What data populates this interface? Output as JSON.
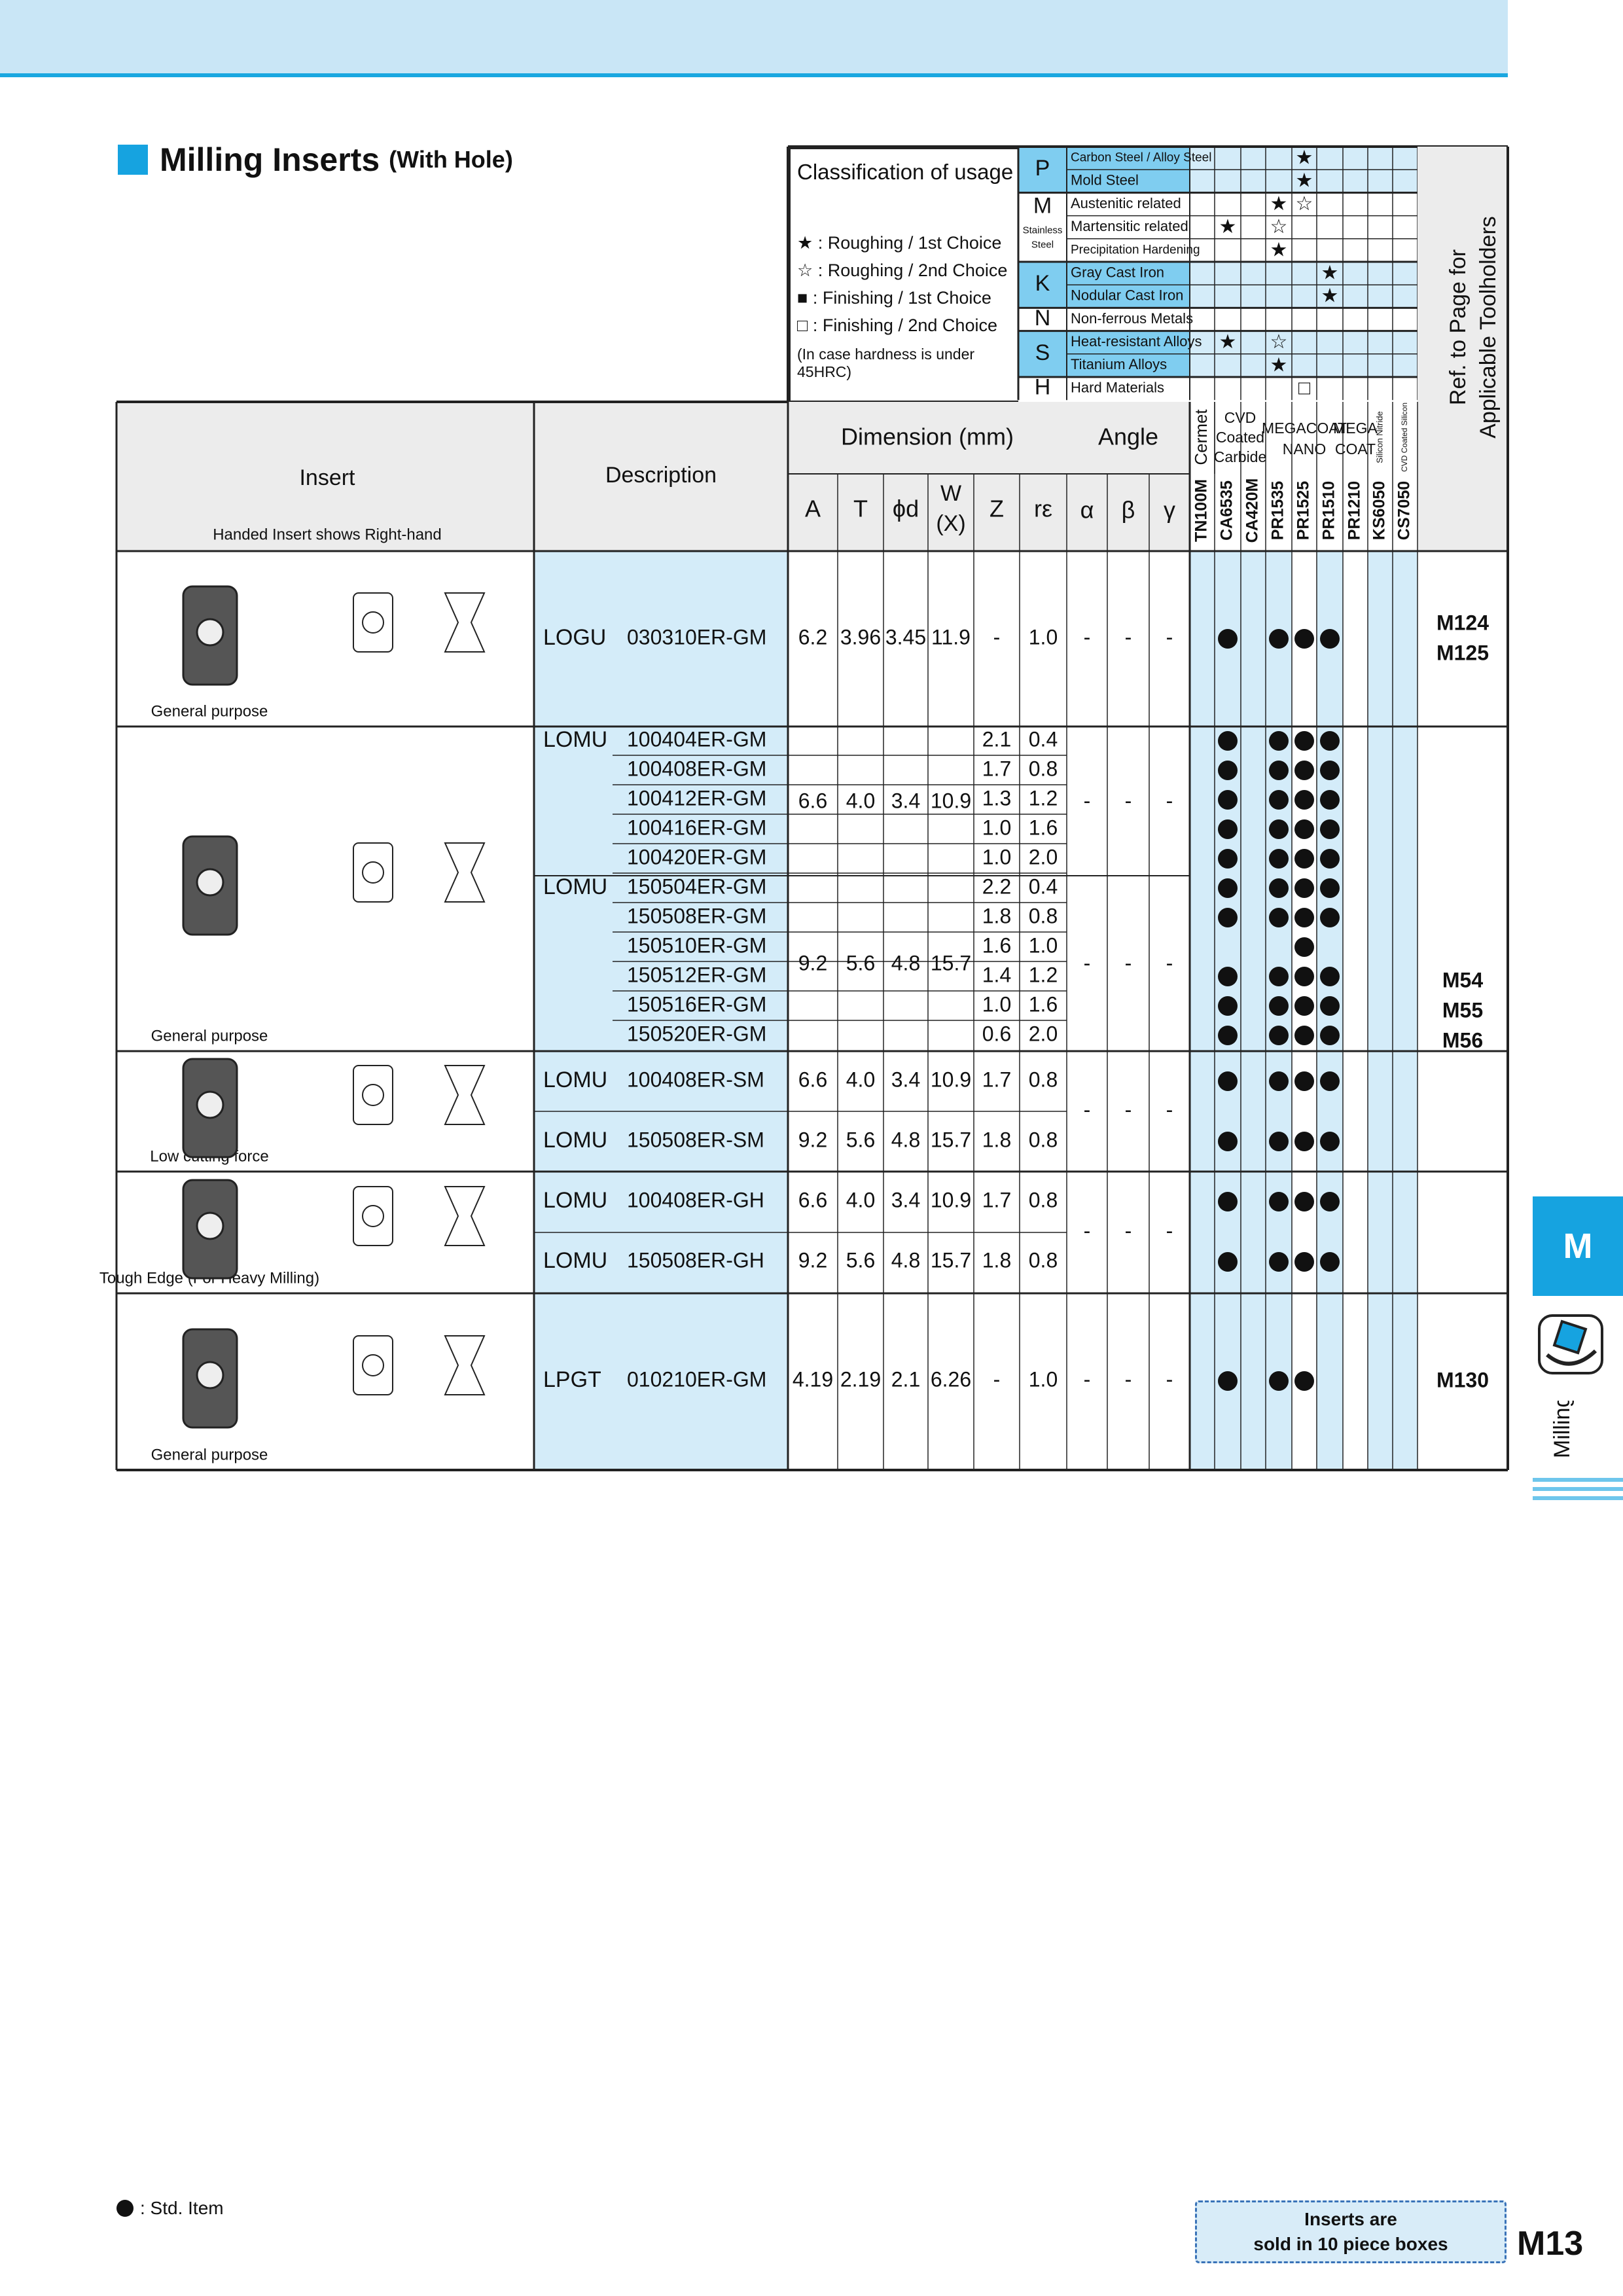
{
  "header": {
    "title": "Milling Inserts",
    "subtitle": "(With Hole)"
  },
  "usage": {
    "caption": "Classification of usage",
    "legend": [
      {
        "symbol": "★",
        "text": "Roughing / 1st Choice"
      },
      {
        "symbol": "☆",
        "text": "Roughing / 2nd Choice"
      },
      {
        "symbol": "■",
        "text": "Finishing / 1st Choice"
      },
      {
        "symbol": "□",
        "text": "Finishing / 2nd Choice"
      }
    ],
    "note": "(In case hardness is under 45HRC)",
    "groups": [
      {
        "code": "P",
        "sub": "",
        "materials": [
          "Carbon Steel / Alloy Steel",
          "Mold Steel"
        ],
        "highlight": true
      },
      {
        "code": "M",
        "sub": "Stainless Steel",
        "materials": [
          "Austenitic related",
          "Martensitic related",
          "Precipitation Hardening"
        ],
        "highlight": false
      },
      {
        "code": "K",
        "sub": "",
        "materials": [
          "Gray Cast Iron",
          "Nodular Cast Iron"
        ],
        "highlight": true
      },
      {
        "code": "N",
        "sub": "",
        "materials": [
          "Non-ferrous Metals"
        ],
        "highlight": false
      },
      {
        "code": "S",
        "sub": "",
        "materials": [
          "Heat-resistant Alloys",
          "Titanium Alloys"
        ],
        "highlight": true
      },
      {
        "code": "H",
        "sub": "",
        "materials": [
          "Hard Materials"
        ],
        "highlight": false
      }
    ],
    "marks": [
      {
        "material": "Carbon Steel / Alloy Steel",
        "grade": "PR1525",
        "symbol": "★"
      },
      {
        "material": "Mold Steel",
        "grade": "PR1525",
        "symbol": "★"
      },
      {
        "material": "Austenitic related",
        "grade": "PR1535",
        "symbol": "★"
      },
      {
        "material": "Austenitic related",
        "grade": "PR1525",
        "symbol": "☆"
      },
      {
        "material": "Martensitic related",
        "grade": "CA6535",
        "symbol": "★"
      },
      {
        "material": "Martensitic related",
        "grade": "PR1535",
        "symbol": "☆"
      },
      {
        "material": "Precipitation Hardening",
        "grade": "PR1535",
        "symbol": "★"
      },
      {
        "material": "Gray Cast Iron",
        "grade": "PR1510",
        "symbol": "★"
      },
      {
        "material": "Nodular Cast Iron",
        "grade": "PR1510",
        "symbol": "★"
      },
      {
        "material": "Heat-resistant Alloys",
        "grade": "CA6535",
        "symbol": "★"
      },
      {
        "material": "Heat-resistant Alloys",
        "grade": "PR1535",
        "symbol": "☆"
      },
      {
        "material": "Titanium Alloys",
        "grade": "PR1535",
        "symbol": "★"
      },
      {
        "material": "Hard Materials",
        "grade": "PR1525",
        "symbol": "□"
      }
    ]
  },
  "table": {
    "insert_header": "Insert",
    "insert_note": "Handed Insert shows Right-hand",
    "description_header": "Description",
    "dimension_header": "Dimension (mm)",
    "angle_header": "Angle",
    "ref_header_1": "Ref. to Page for",
    "ref_header_2": "Applicable Toolholders",
    "dim_cols": [
      "A",
      "T",
      "ϕd",
      "W",
      "(X)",
      "Z",
      "rε"
    ],
    "angle_cols": [
      "α",
      "β",
      "γ"
    ],
    "grade_groups": [
      {
        "label": "Cermet"
      },
      {
        "label": "CVD Coated Carbide"
      },
      {
        "label": "MEGACOAT NANO"
      },
      {
        "label": "MEGA COAT"
      },
      {
        "label": "Silicon Nitride Ceramic"
      },
      {
        "label": "CVD Coated Silicon Nitride Ceramic"
      }
    ],
    "grades": [
      "TN100M",
      "CA6535",
      "CA420M",
      "PR1535",
      "PR1525",
      "PR1510",
      "PR1210",
      "KS6050",
      "CS7050"
    ],
    "sections": [
      {
        "image_label": "General purpose",
        "ref": [
          "M124",
          "M125"
        ],
        "rows": [
          {
            "series": "LOGU",
            "code": "030310ER-GM",
            "A": "6.2",
            "T": "3.96",
            "d": "3.45",
            "W": "11.9",
            "Z": "-",
            "r": "1.0",
            "alpha": "-",
            "beta": "-",
            "gamma": "-",
            "stock": [
              "CA6535",
              "PR1535",
              "PR1525",
              "PR1510"
            ]
          }
        ]
      },
      {
        "image_label": "General purpose",
        "ref": [
          "M54",
          "M55",
          "M56"
        ],
        "rows": [
          {
            "series": "LOMU",
            "code": "100404ER-GM",
            "r": "0.4",
            "Z": "2.1",
            "stock": [
              "CA6535",
              "PR1535",
              "PR1525",
              "PR1510"
            ]
          },
          {
            "series": "",
            "code": "100408ER-GM",
            "r": "0.8",
            "Z": "1.7",
            "stock": [
              "CA6535",
              "PR1535",
              "PR1525",
              "PR1510"
            ]
          },
          {
            "series": "",
            "code": "100412ER-GM",
            "r": "1.2",
            "Z": "1.3",
            "stock": [
              "CA6535",
              "PR1535",
              "PR1525",
              "PR1510"
            ]
          },
          {
            "series": "",
            "code": "100416ER-GM",
            "r": "1.6",
            "Z": "1.0",
            "stock": [
              "CA6535",
              "PR1535",
              "PR1525",
              "PR1510"
            ]
          },
          {
            "series": "",
            "code": "100420ER-GM",
            "r": "2.0",
            "Z": "1.0",
            "stock": [
              "CA6535",
              "PR1535",
              "PR1525",
              "PR1510"
            ]
          },
          {
            "series": "LOMU",
            "code": "150504ER-GM",
            "r": "0.4",
            "Z": "2.2",
            "stock": [
              "CA6535",
              "PR1535",
              "PR1525",
              "PR1510"
            ]
          },
          {
            "series": "",
            "code": "150508ER-GM",
            "r": "0.8",
            "Z": "1.8",
            "stock": [
              "CA6535",
              "PR1535",
              "PR1525",
              "PR1510"
            ]
          },
          {
            "series": "",
            "code": "150510ER-GM",
            "r": "1.0",
            "Z": "1.6",
            "stock": [
              "PR1525"
            ]
          },
          {
            "series": "",
            "code": "150512ER-GM",
            "r": "1.2",
            "Z": "1.4",
            "stock": [
              "CA6535",
              "PR1535",
              "PR1525",
              "PR1510"
            ]
          },
          {
            "series": "",
            "code": "150516ER-GM",
            "r": "1.6",
            "Z": "1.0",
            "stock": [
              "CA6535",
              "PR1535",
              "PR1525",
              "PR1510"
            ]
          },
          {
            "series": "",
            "code": "150520ER-GM",
            "r": "2.0",
            "Z": "0.6",
            "stock": [
              "CA6535",
              "PR1535",
              "PR1525",
              "PR1510"
            ]
          }
        ],
        "groups": [
          {
            "A": "6.6",
            "T": "4.0",
            "d": "3.4",
            "W": "10.9",
            "alpha": "-",
            "beta": "-",
            "gamma": "-"
          },
          {
            "A": "9.2",
            "T": "5.6",
            "d": "4.8",
            "W": "15.7",
            "alpha": "-",
            "beta": "-",
            "gamma": "-"
          }
        ]
      },
      {
        "image_label": "Low cutting force",
        "rows": [
          {
            "series": "LOMU",
            "code": "100408ER-SM",
            "A": "6.6",
            "T": "4.0",
            "d": "3.4",
            "W": "10.9",
            "Z": "1.7",
            "r": "0.8",
            "stock": [
              "CA6535",
              "PR1535",
              "PR1525",
              "PR1510"
            ]
          },
          {
            "series": "LOMU",
            "code": "150508ER-SM",
            "A": "9.2",
            "T": "5.6",
            "d": "4.8",
            "W": "15.7",
            "Z": "1.8",
            "r": "0.8",
            "stock": [
              "CA6535",
              "PR1535",
              "PR1525",
              "PR1510"
            ]
          }
        ],
        "angles": {
          "alpha": "-",
          "beta": "-",
          "gamma": "-"
        }
      },
      {
        "image_label": "Tough Edge (For Heavy Milling)",
        "rows": [
          {
            "series": "LOMU",
            "code": "100408ER-GH",
            "A": "6.6",
            "T": "4.0",
            "d": "3.4",
            "W": "10.9",
            "Z": "1.7",
            "r": "0.8",
            "stock": [
              "CA6535",
              "PR1535",
              "PR1525",
              "PR1510"
            ]
          },
          {
            "series": "LOMU",
            "code": "150508ER-GH",
            "A": "9.2",
            "T": "5.6",
            "d": "4.8",
            "W": "15.7",
            "Z": "1.8",
            "r": "0.8",
            "stock": [
              "CA6535",
              "PR1535",
              "PR1525",
              "PR1510"
            ]
          }
        ],
        "angles": {
          "alpha": "-",
          "beta": "-",
          "gamma": "-"
        }
      },
      {
        "image_label": "General purpose",
        "ref": [
          "M130"
        ],
        "rows": [
          {
            "series": "LPGT",
            "code": "010210ER-GM",
            "A": "4.19",
            "T": "2.19",
            "d": "2.1",
            "W": "6.26",
            "Z": "-",
            "r": "1.0",
            "alpha": "-",
            "beta": "-",
            "gamma": "-",
            "stock": [
              "CA6535",
              "PR1535",
              "PR1525"
            ]
          }
        ]
      }
    ]
  },
  "side": {
    "tab_letter": "M",
    "label": "Milling"
  },
  "footer": {
    "std_item": ": Std. Item",
    "box_note_1": "Inserts are",
    "box_note_2": "sold in 10 piece boxes",
    "page_number": "M13"
  },
  "colors": {
    "accent": "#16a3e0",
    "band": "#c9e6f6",
    "cell_blue": "#d4ecf9",
    "material_blue": "#7fcdf0"
  }
}
